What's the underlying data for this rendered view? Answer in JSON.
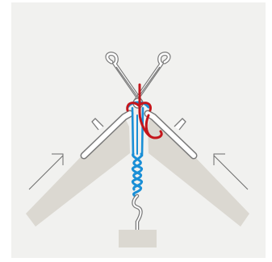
{
  "diagram": {
    "colors": {
      "background": "#f1f1ef",
      "plate": "#dbd8d1",
      "outline": "#7a7a7a",
      "clip": "#ffffff",
      "blue_thread": "#1a8fd6",
      "red_thread": "#c4161c",
      "weight": "#dbd8d1",
      "arrow": "#6b6b6b"
    },
    "icons": {
      "left_arrow": "arrow-up-right-icon",
      "right_arrow": "arrow-up-left-icon",
      "weight": "weight-block-icon",
      "hook": "hook-icon"
    },
    "components": [
      "left-plate",
      "right-plate",
      "spring-clip",
      "blue-loop",
      "red-thread",
      "hook",
      "weight"
    ]
  }
}
